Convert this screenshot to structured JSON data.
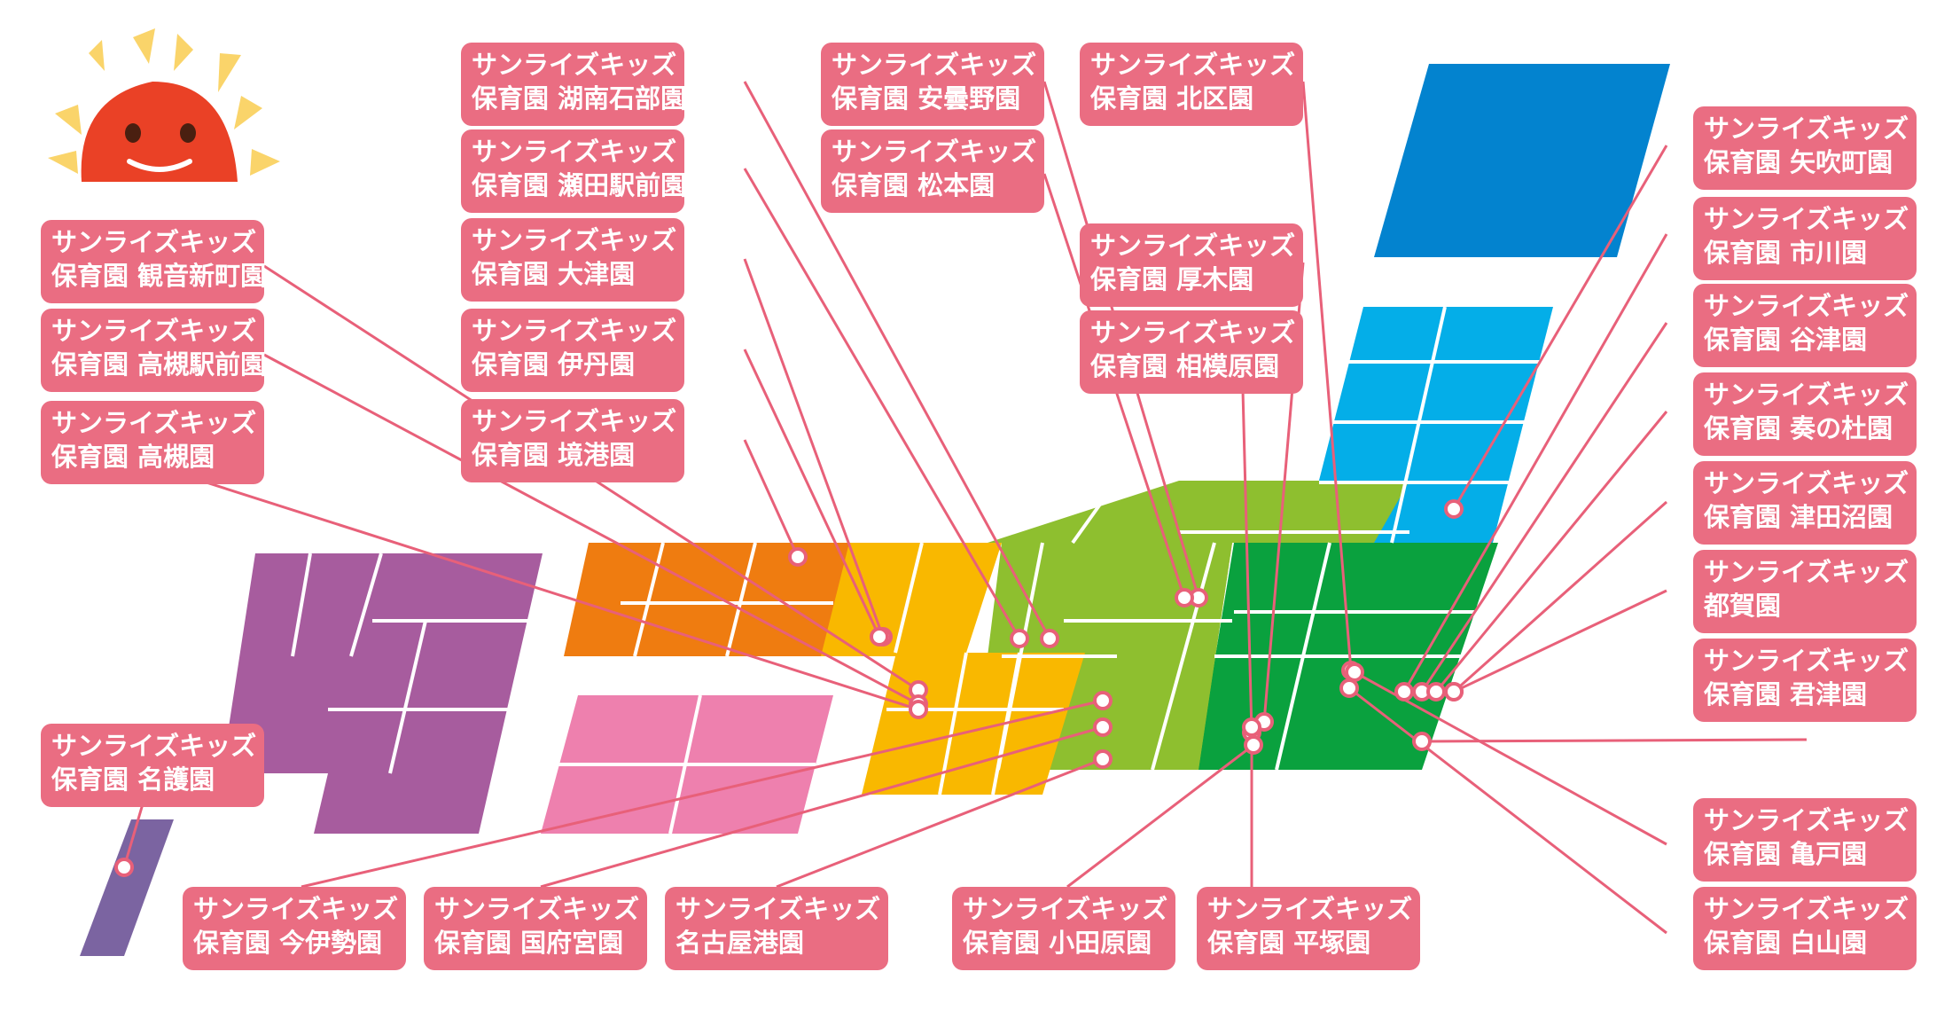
{
  "nurseries": [
    {
      "brand": "サンライズキッズ",
      "name": "保育園 湖南石部園"
    },
    {
      "brand": "サンライズキッズ",
      "name": "保育園 瀬田駅前園"
    },
    {
      "brand": "サンライズキッズ",
      "name": "保育園 大津園"
    },
    {
      "brand": "サンライズキッズ",
      "name": "保育園 伊丹園"
    },
    {
      "brand": "サンライズキッズ",
      "name": "保育園 境港園"
    },
    {
      "brand": "サンライズキッズ",
      "name": "保育園 観音新町園"
    },
    {
      "brand": "サンライズキッズ",
      "name": "保育園 高槻駅前園"
    },
    {
      "brand": "サンライズキッズ",
      "name": "保育園 高槻園"
    },
    {
      "brand": "サンライズキッズ",
      "name": "保育園 名護園"
    },
    {
      "brand": "サンライズキッズ",
      "name": "保育園 安曇野園"
    },
    {
      "brand": "サンライズキッズ",
      "name": "保育園 松本園"
    },
    {
      "brand": "サンライズキッズ",
      "name": "保育園 北区園"
    },
    {
      "brand": "サンライズキッズ",
      "name": "保育園 厚木園"
    },
    {
      "brand": "サンライズキッズ",
      "name": "保育園 相模原園"
    },
    {
      "brand": "サンライズキッズ",
      "name": "保育園 矢吹町園"
    },
    {
      "brand": "サンライズキッズ",
      "name": "保育園 市川園"
    },
    {
      "brand": "サンライズキッズ",
      "name": "保育園 谷津園"
    },
    {
      "brand": "サンライズキッズ",
      "name": "保育園 奏の杜園"
    },
    {
      "brand": "サンライズキッズ",
      "name": "保育園 津田沼園"
    },
    {
      "brand": "サンライズキッズ",
      "name": "都賀園"
    },
    {
      "brand": "サンライズキッズ",
      "name": "保育園 君津園"
    },
    {
      "brand": "サンライズキッズ",
      "name": "保育園 亀戸園"
    },
    {
      "brand": "サンライズキッズ",
      "name": "保育園 白山園"
    },
    {
      "brand": "サンライズキッズ",
      "name": "保育園 今伊勢園"
    },
    {
      "brand": "サンライズキッズ",
      "name": "保育園 国府宮園"
    },
    {
      "brand": "サンライズキッズ",
      "name": "名古屋港園"
    },
    {
      "brand": "サンライズキッズ",
      "name": "保育園 小田原園"
    },
    {
      "brand": "サンライズキッズ",
      "name": "保育園 平塚園"
    }
  ],
  "colors": {
    "label_bg": "#ea6d82",
    "connector": "#e86079",
    "hokkaido": "#0383cf",
    "tohoku": "#04aee8",
    "kanto": "#0aa13e",
    "chubu": "#8ebf2f",
    "kinki": "#f9b800",
    "chugoku": "#ef7c10",
    "shikoku": "#ee80ae",
    "kyushu": "#a75c9e",
    "okinawa": "#7b64a1",
    "sun": "#ea4126",
    "sun_rays": "#fad46a"
  },
  "icons": [
    "smiling-sun-icon"
  ]
}
